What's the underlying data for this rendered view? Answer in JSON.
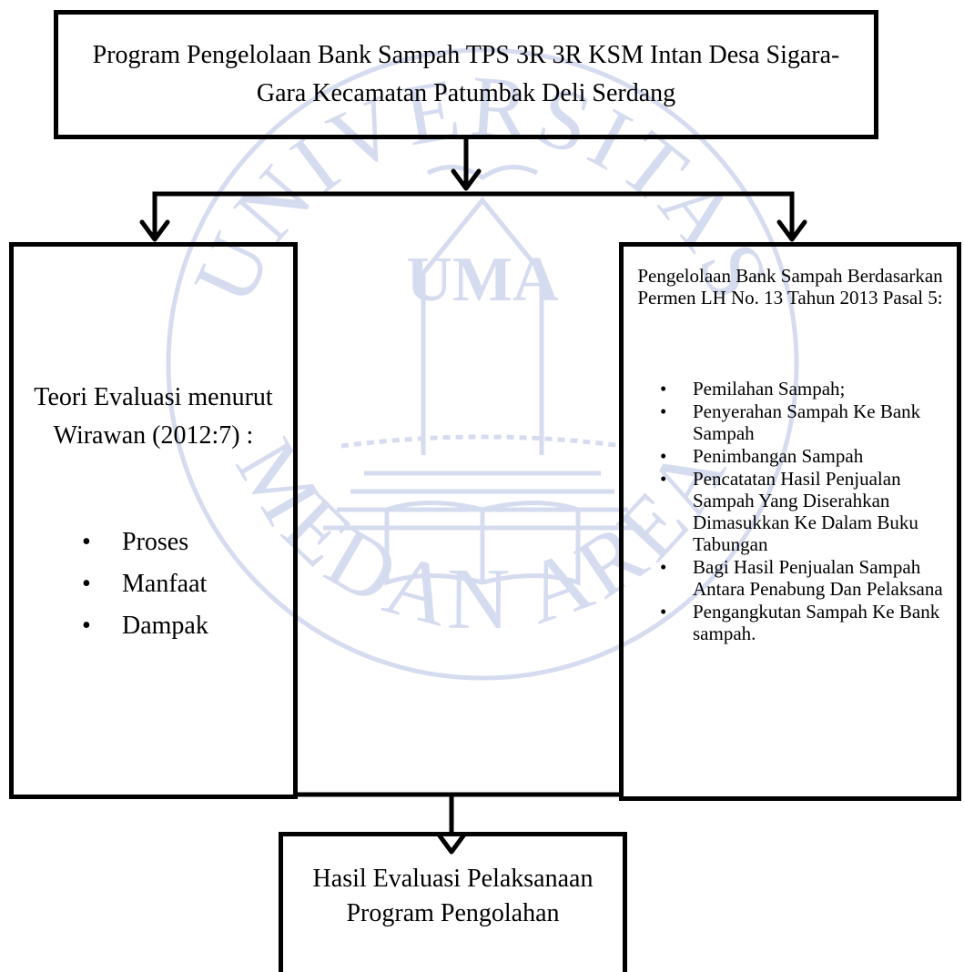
{
  "title_box": {
    "text": "Program Pengelolaan Bank Sampah TPS 3R 3R KSM Intan Desa Sigara-Gara Kecamatan Patumbak Deli Serdang"
  },
  "left_box": {
    "heading": "Teori Evaluasi menurut Wirawan (2012:7) :",
    "items": [
      "Proses",
      "Manfaat",
      "Dampak"
    ]
  },
  "right_box": {
    "heading": "Pengelolaan Bank Sampah Berdasarkan Permen LH No. 13 Tahun 2013 Pasal 5:",
    "items": [
      "Pemilahan Sampah;",
      "Penyerahan Sampah Ke Bank Sampah",
      "Penimbangan Sampah",
      "Pencatatan Hasil Penjualan Sampah Yang Diserahkan Dimasukkan Ke Dalam Buku Tabungan",
      "Bagi Hasil Penjualan Sampah Antara Penabung Dan Pelaksana",
      "Pengangkutan Sampah Ke Bank sampah."
    ]
  },
  "bottom_box": {
    "text": "Hasil Evaluasi Pelaksanaan Program Pengolahan"
  },
  "watermark": {
    "top_text": "UNIVERSITAS",
    "bottom_text": "MEDAN AREA",
    "center_text": "UMA",
    "color": "#d6dcef"
  }
}
